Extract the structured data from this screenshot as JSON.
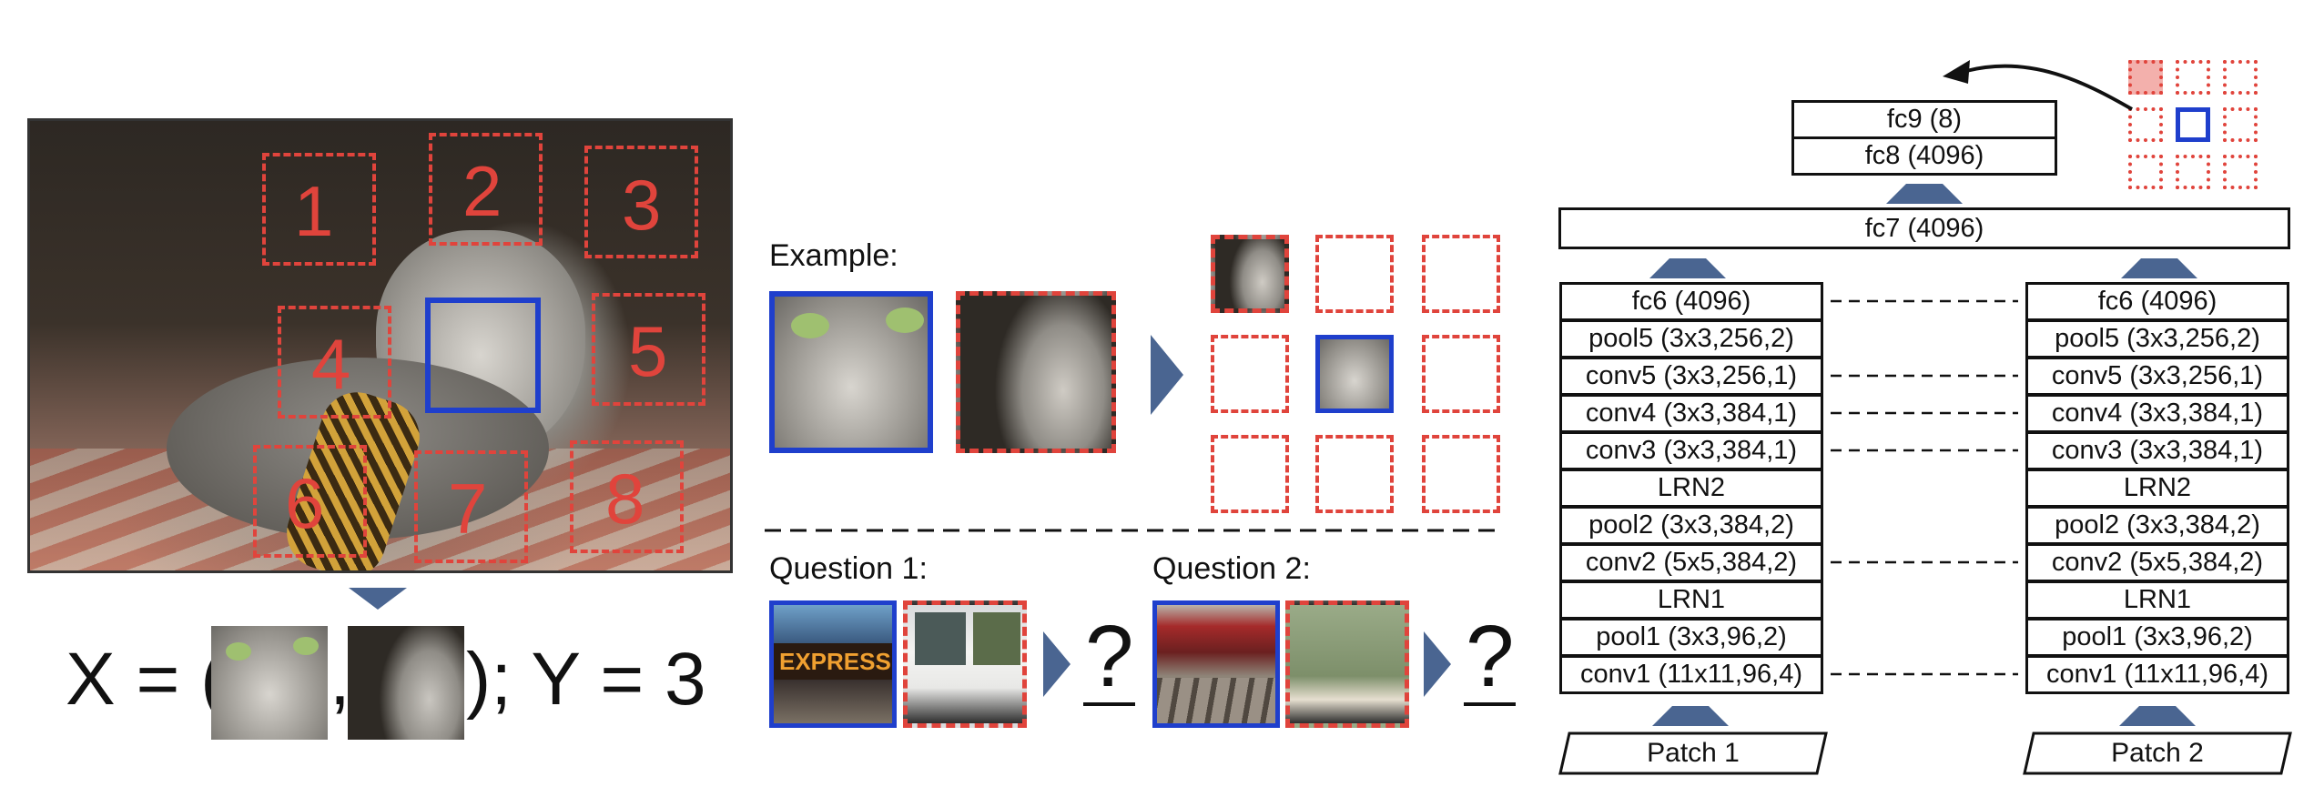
{
  "cat_patches": {
    "labels": [
      "1",
      "2",
      "3",
      "4",
      "5",
      "6",
      "7",
      "8"
    ]
  },
  "equation": {
    "x_prefix": "X = (",
    "comma": ",",
    "suffix": "); Y = 3"
  },
  "example": {
    "label": "Example:"
  },
  "questions": [
    {
      "label": "Question 1:",
      "answer": "?"
    },
    {
      "label": "Question 2:",
      "answer": "?"
    }
  ],
  "network": {
    "top_layers": [
      "fc9 (8)",
      "fc8 (4096)"
    ],
    "shared_layer": "fc7 (4096)",
    "tower_layers": [
      "fc6 (4096)",
      "pool5 (3x3,256,2)",
      "conv5 (3x3,256,1)",
      "conv4 (3x3,384,1)",
      "conv3 (3x3,384,1)",
      "LRN2",
      "pool2 (3x3,384,2)",
      "conv2 (5x5,384,2)",
      "LRN1",
      "pool1 (3x3,96,2)",
      "conv1 (11x11,96,4)"
    ],
    "inputs": [
      "Patch 1",
      "Patch 2"
    ]
  },
  "colors": {
    "patch_border_dashed": "#e0443c",
    "center_patch_border": "#1f3fcc",
    "arrow_fill": "#4a6591",
    "selected_cell_fill": "#f3b0ac"
  }
}
